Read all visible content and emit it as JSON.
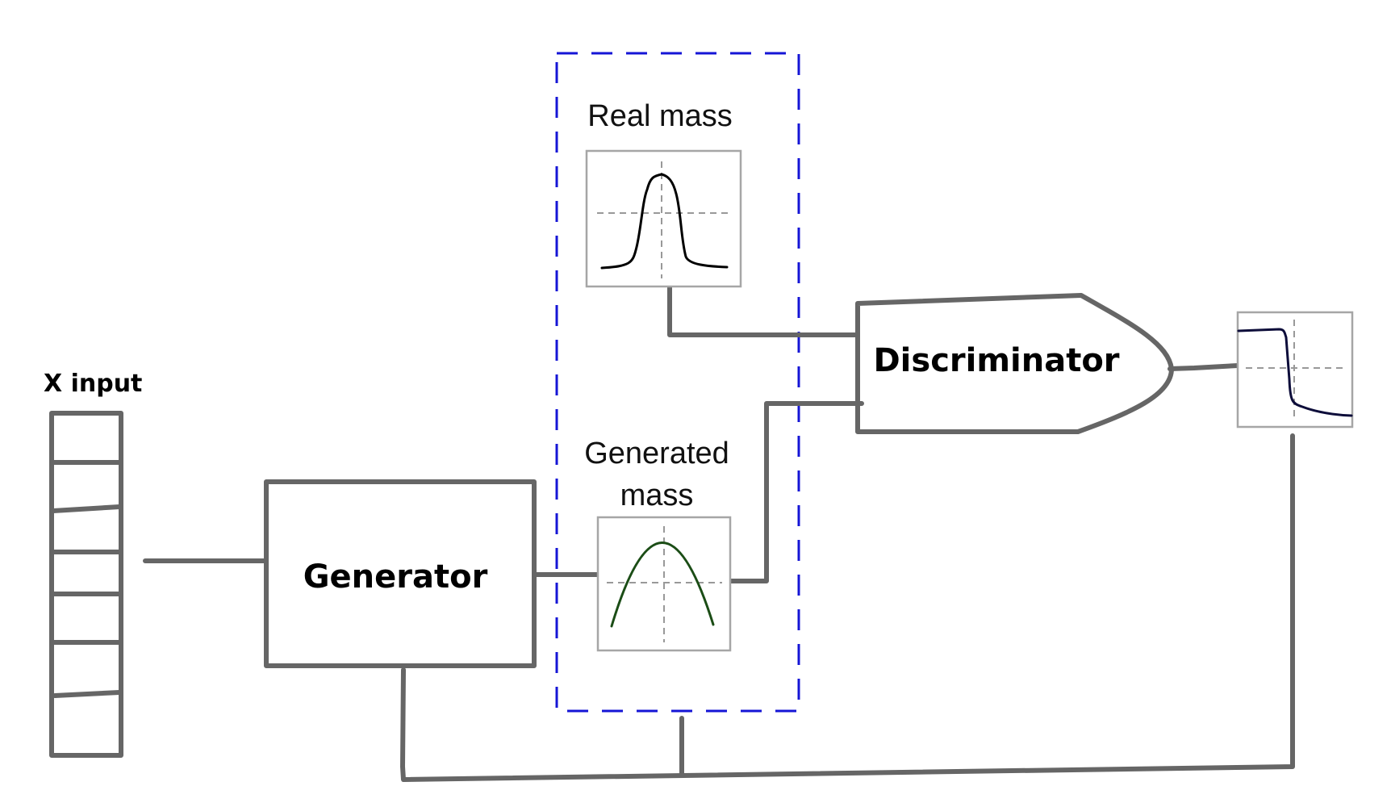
{
  "labels": {
    "x_input": "X input",
    "generator": "Generator",
    "discriminator": "Discriminator",
    "real_mass": "Real mass",
    "generated_mass_line1": "Generated",
    "generated_mass_line2": "mass"
  },
  "colors": {
    "wire": "#666666",
    "dashed_group": "#1515d6",
    "plot_frame": "#a6a6a6",
    "real_curve": "#000000",
    "generated_curve": "#1b4d16",
    "output_curve": "#0d0d3a"
  },
  "icons": {
    "real_plot": "peak-curve-plot",
    "generated_plot": "parabola-curve-plot",
    "output_plot": "step-down-curve-plot",
    "discriminator": "or-gate-shape"
  }
}
